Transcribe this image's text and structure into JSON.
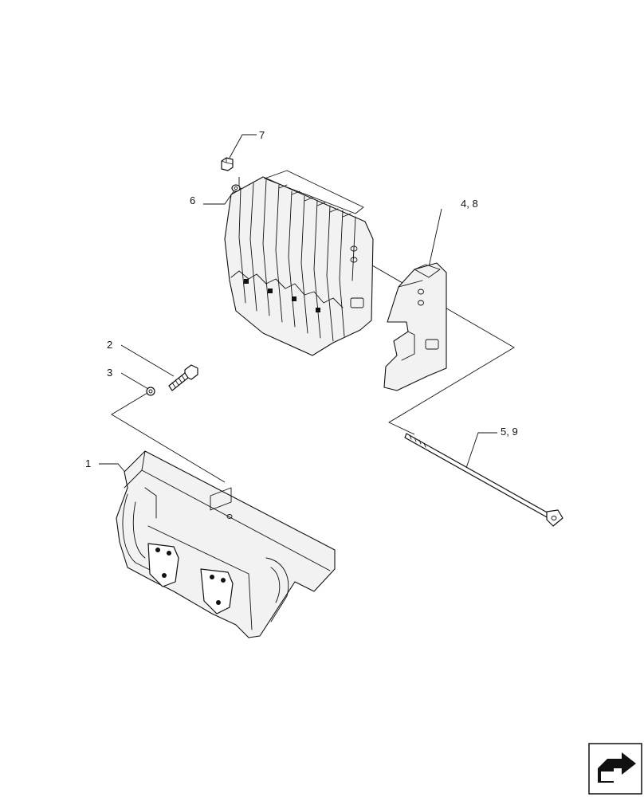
{
  "callouts": [
    {
      "id": "1",
      "label": "1"
    },
    {
      "id": "2",
      "label": "2"
    },
    {
      "id": "3",
      "label": "3"
    },
    {
      "id": "4_8",
      "label": "4, 8"
    },
    {
      "id": "5_9",
      "label": "5, 9"
    },
    {
      "id": "6",
      "label": "6"
    },
    {
      "id": "7",
      "label": "7"
    }
  ],
  "nav": {
    "icon": "next-page-arrow-icon"
  },
  "colors": {
    "line": "#111111",
    "background": "#ffffff"
  }
}
